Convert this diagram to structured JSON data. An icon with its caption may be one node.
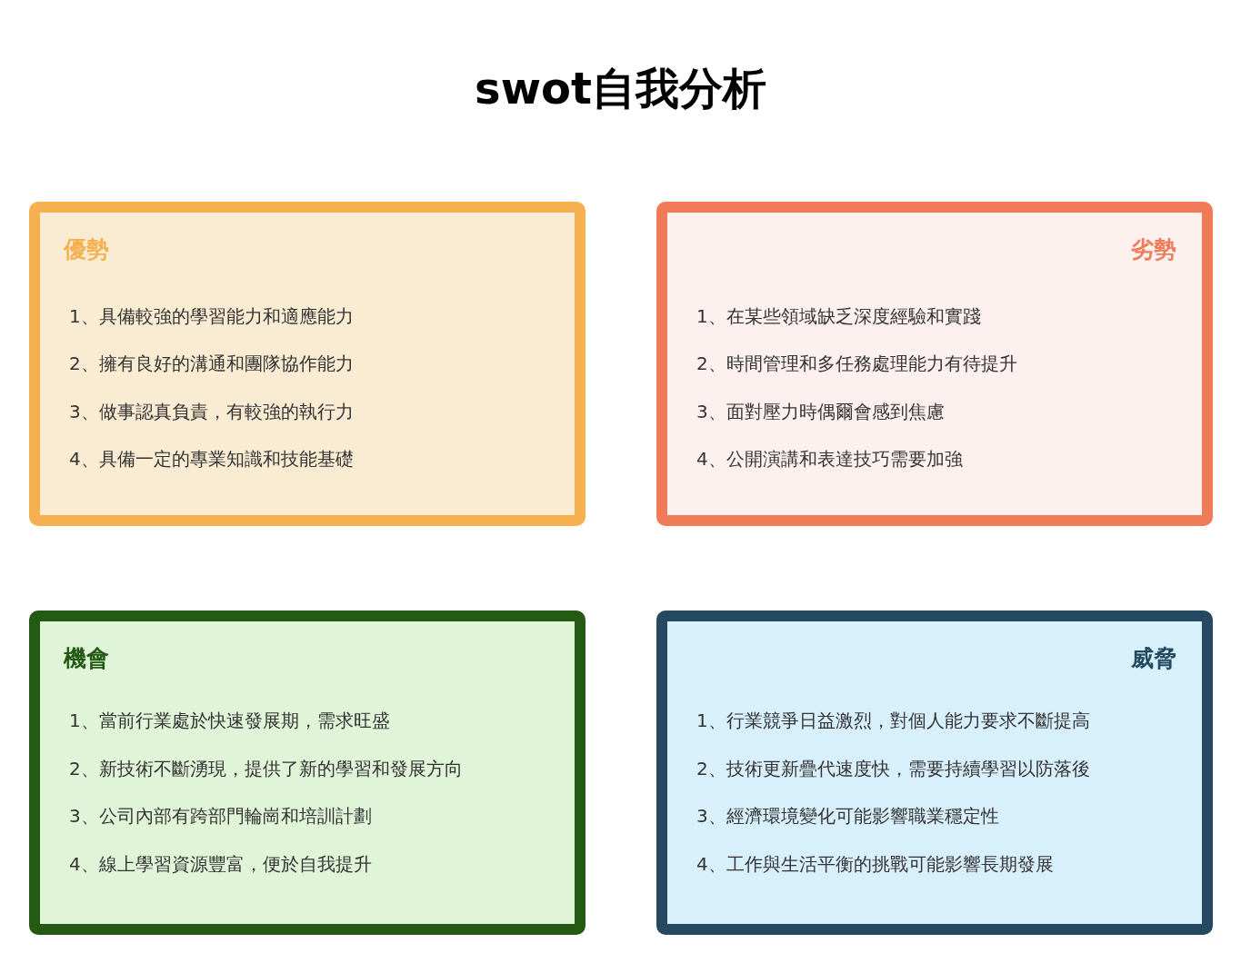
{
  "diagram": {
    "title": "swot自我分析",
    "nodes": [
      {
        "text": [
          "優勢",
          "1、具備較強的學習能力和適應能力",
          "2、擁有良好的溝通和團隊協作能力",
          "3、做事認真負責，有較強的執行力",
          "4、具備一定的專業知識和技能基礎"
        ]
      },
      {
        "text": [
          "劣勢",
          "1、在某些領域缺乏深度經驗和實踐",
          "2、時間管理和多任務處理能力有待提升",
          "3、面對壓力時偶爾會感到焦慮",
          "4、公開演講和表達技巧需要加強"
        ]
      },
      {
        "text": [
          "機會",
          "1、當前行業處於快速發展期，需求旺盛",
          "2、新技術不斷湧現，提供了新的學習和發展方向",
          "3、公司內部有跨部門輪崗和培訓計劃",
          "4、線上學習資源豐富，便於自我提升"
        ]
      },
      {
        "text": [
          "威脅",
          "1、行業競爭日益激烈，對個人能力要求不斷提高",
          "2、技術更新疊代速度快，需要持續學習以防落後",
          "3、經濟環境變化可能影響職業穩定性",
          "4、工作與生活平衡的挑戰可能影響長期發展"
        ]
      }
    ]
  }
}
